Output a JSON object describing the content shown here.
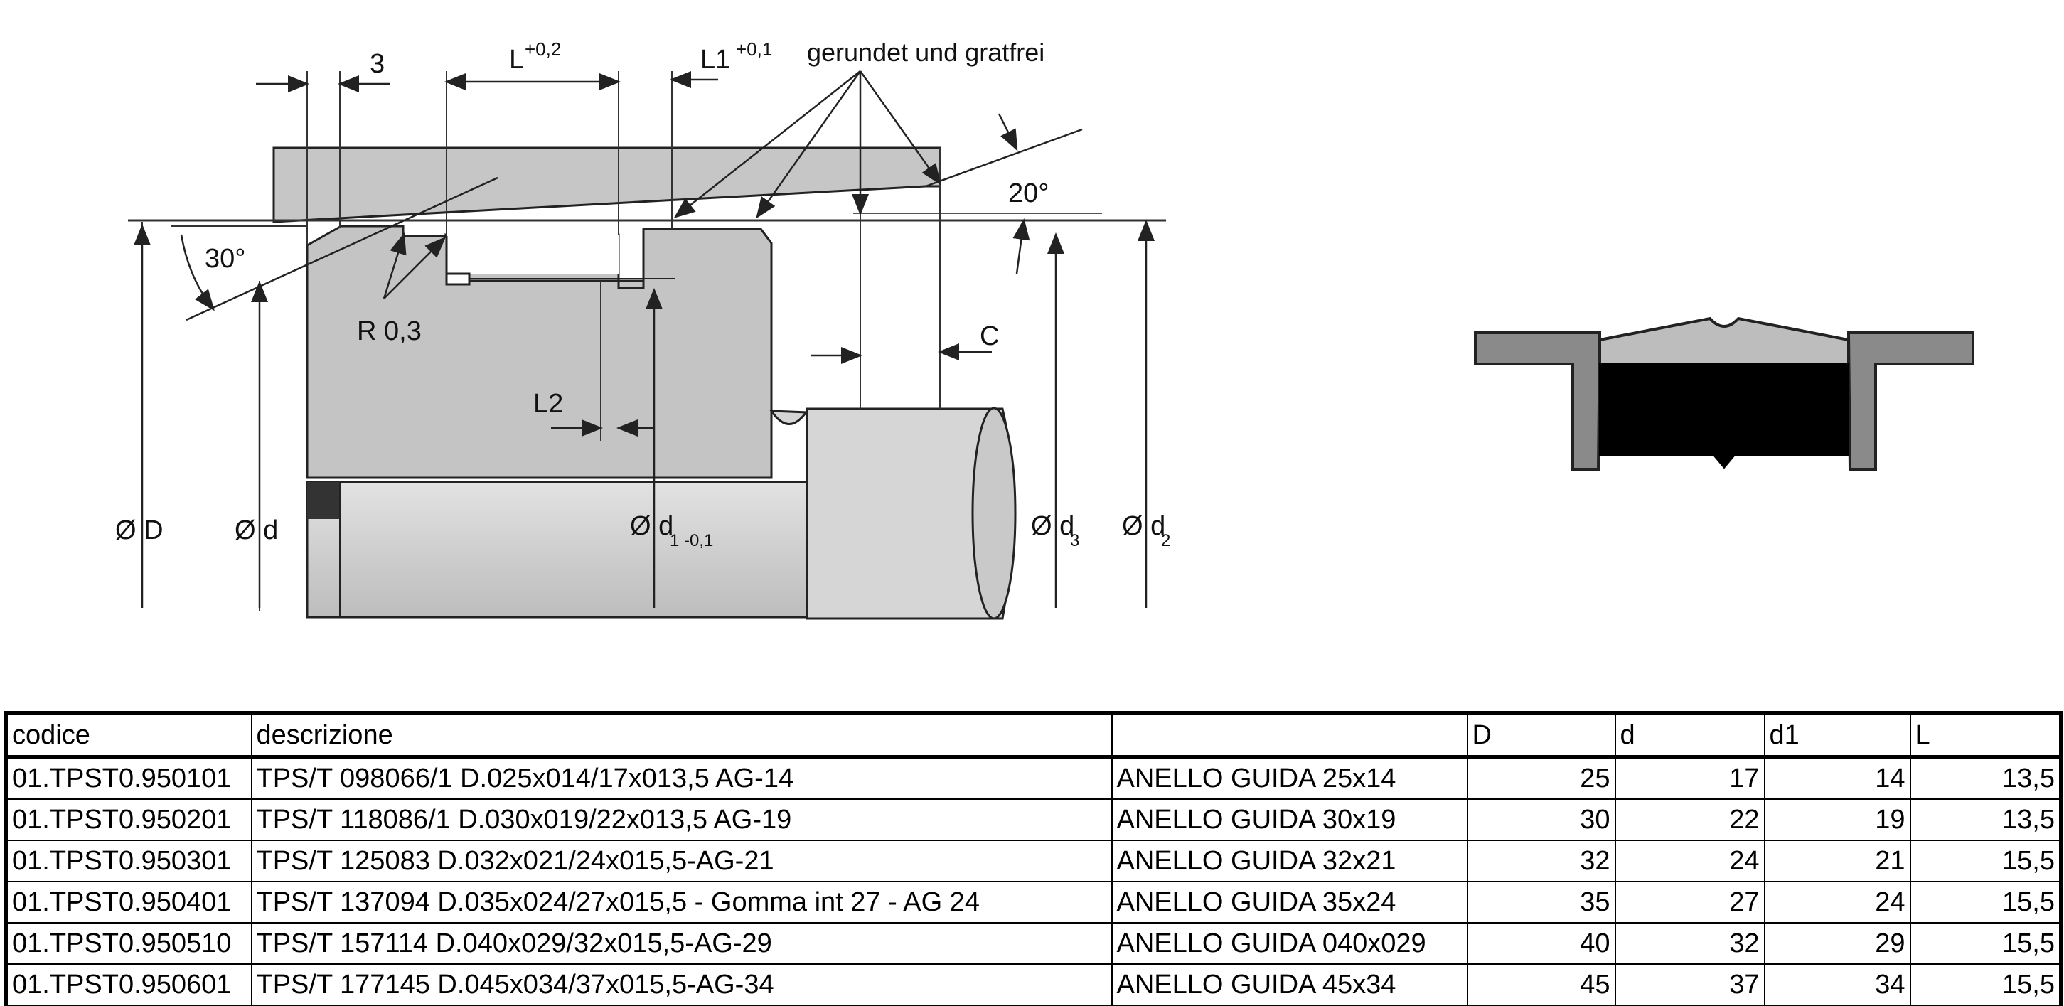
{
  "drawing": {
    "labels": {
      "dim_3": "3",
      "dim_L": "L",
      "dim_L_tol": "+0,2",
      "dim_L1": "L1",
      "dim_L1_tol": "+0,1",
      "note_edges": "gerundet und gratfrei",
      "angle_20": "20°",
      "angle_30": "30°",
      "radius": "R 0,3",
      "dim_L2": "L2",
      "dim_C": "C",
      "dia_D": "Ø D",
      "dia_d": "Ø d",
      "dia_d1": "Ø d",
      "dia_d1_sub": "1 -0,1",
      "dia_d3": "Ø d",
      "dia_d3_sub": "3",
      "dia_d2": "Ø d",
      "dia_d2_sub": "2"
    },
    "colors": {
      "housing_gray": "#c8c8c8",
      "shaft_gray": "#d2d2d2",
      "profile_gray": "#8a8a8a",
      "profile_light": "#bdbdbd",
      "seal_black": "#000000"
    }
  },
  "table": {
    "headers": [
      "codice",
      "descrizione",
      "",
      "D",
      "d",
      "d1",
      "L"
    ],
    "rows": [
      [
        "01.TPST0.950101",
        "TPS/T   098066/1  D.025x014/17x013,5 AG-14",
        "ANELLO GUIDA 25x14",
        "25",
        "17",
        "14",
        "13,5"
      ],
      [
        "01.TPST0.950201",
        "TPS/T   118086/1  D.030x019/22x013,5 AG-19",
        "ANELLO GUIDA 30x19",
        "30",
        "22",
        "19",
        "13,5"
      ],
      [
        "01.TPST0.950301",
        "TPS/T   125083  D.032x021/24x015,5-AG-21",
        "ANELLO GUIDA 32x21",
        "32",
        "24",
        "21",
        "15,5"
      ],
      [
        "01.TPST0.950401",
        "TPS/T   137094  D.035x024/27x015,5 - Gomma int 27 - AG 24",
        "ANELLO GUIDA 35x24",
        "35",
        "27",
        "24",
        "15,5"
      ],
      [
        "01.TPST0.950510",
        "TPS/T   157114  D.040x029/32x015,5-AG-29",
        "ANELLO GUIDA 040x029",
        "40",
        "32",
        "29",
        "15,5"
      ],
      [
        "01.TPST0.950601",
        "TPS/T   177145  D.045x034/37x015,5-AG-34",
        "ANELLO GUIDA 45x34",
        "45",
        "37",
        "34",
        "15,5"
      ]
    ]
  }
}
